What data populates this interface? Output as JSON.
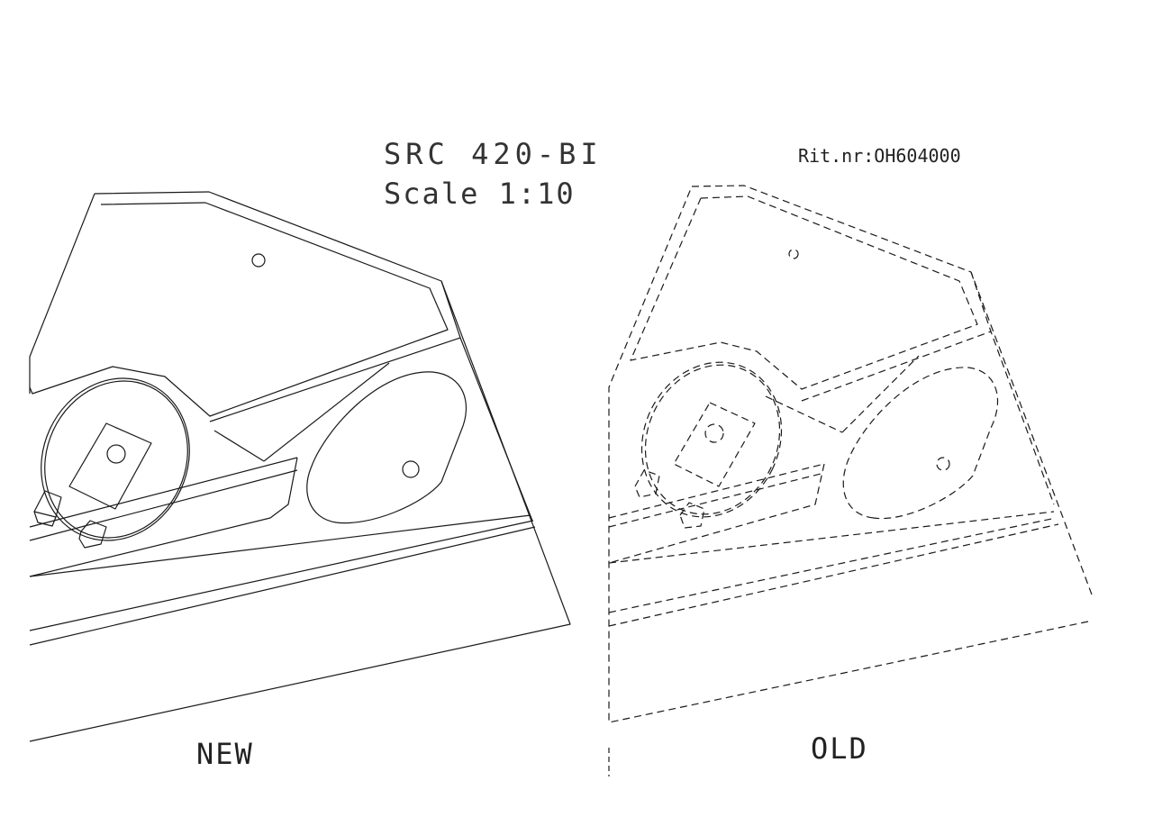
{
  "document": {
    "title": "SRC 420-BI",
    "scale": "Scale 1:10",
    "reference": "Rit.nr:OH604000",
    "views": [
      {
        "id": "new",
        "label": "NEW",
        "line_style": "solid"
      },
      {
        "id": "old",
        "label": "OLD",
        "line_style": "dashed"
      }
    ],
    "colors": {
      "ink": "#1a1a1a",
      "paper": "#ffffff"
    }
  }
}
